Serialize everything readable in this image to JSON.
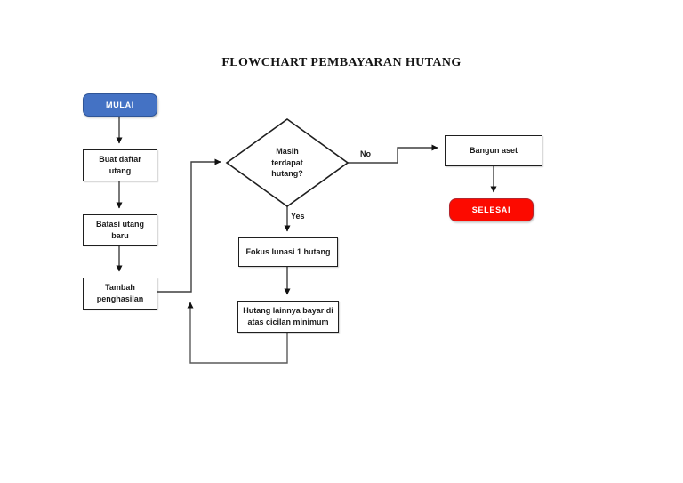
{
  "title": "FLOWCHART PEMBAYARAN HUTANG",
  "diagram": {
    "type": "flowchart",
    "nodes": {
      "start": {
        "shape": "rounded-terminal",
        "label": "MULAI",
        "fill": "#4472C4"
      },
      "buat_daftar": {
        "shape": "process",
        "label": "Buat daftar utang"
      },
      "batasi_utang": {
        "shape": "process",
        "label": "Batasi utang baru"
      },
      "tambah_penghasilan": {
        "shape": "process",
        "label": "Tambah penghasilan"
      },
      "decision": {
        "shape": "decision",
        "label": "Masih terdapat hutang?"
      },
      "bangun_aset": {
        "shape": "process",
        "label": "Bangun aset"
      },
      "end": {
        "shape": "rounded-terminal",
        "label": "SELESAI",
        "fill": "#FC0A00"
      },
      "fokus_lunasi": {
        "shape": "process",
        "label": "Fokus lunasi 1 hutang"
      },
      "hutang_lainnya": {
        "shape": "process",
        "label": "Hutang lainnya bayar di atas cicilan minimum"
      }
    },
    "edges": [
      {
        "from": "start",
        "to": "buat_daftar",
        "label": ""
      },
      {
        "from": "buat_daftar",
        "to": "batasi_utang",
        "label": ""
      },
      {
        "from": "batasi_utang",
        "to": "tambah_penghasilan",
        "label": ""
      },
      {
        "from": "tambah_penghasilan",
        "to": "decision",
        "label": ""
      },
      {
        "from": "decision",
        "to": "bangun_aset",
        "label": "No"
      },
      {
        "from": "decision",
        "to": "fokus_lunasi",
        "label": "Yes"
      },
      {
        "from": "bangun_aset",
        "to": "end",
        "label": ""
      },
      {
        "from": "fokus_lunasi",
        "to": "hutang_lainnya",
        "label": ""
      },
      {
        "from": "hutang_lainnya",
        "to": "decision",
        "label": ""
      }
    ],
    "colors": {
      "start_fill": "#4472C4",
      "start_border": "#2F5597",
      "end_fill": "#FC0A00",
      "end_border": "#B3262E",
      "box_border": "#1F1F1F",
      "connector": "#3F3F3F"
    }
  }
}
